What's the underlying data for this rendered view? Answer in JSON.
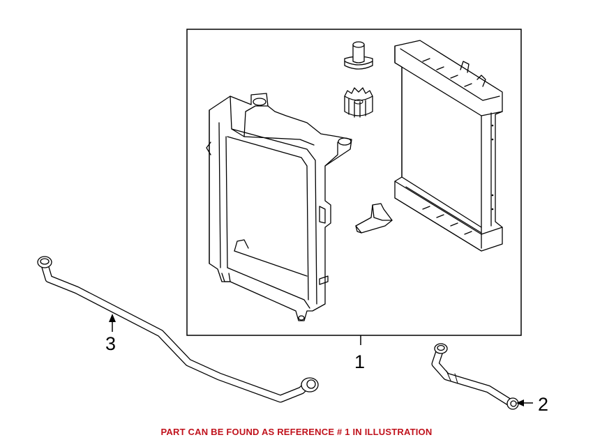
{
  "callouts": [
    {
      "id": "1",
      "text": "1"
    },
    {
      "id": "2",
      "text": "2"
    },
    {
      "id": "3",
      "text": "3"
    }
  ],
  "note": "PART CAN BE FOUND AS REFERENCE # 1 IN ILLUSTRATION",
  "colors": {
    "note": "#c0121c",
    "line": "#000000",
    "background": "#ffffff"
  }
}
